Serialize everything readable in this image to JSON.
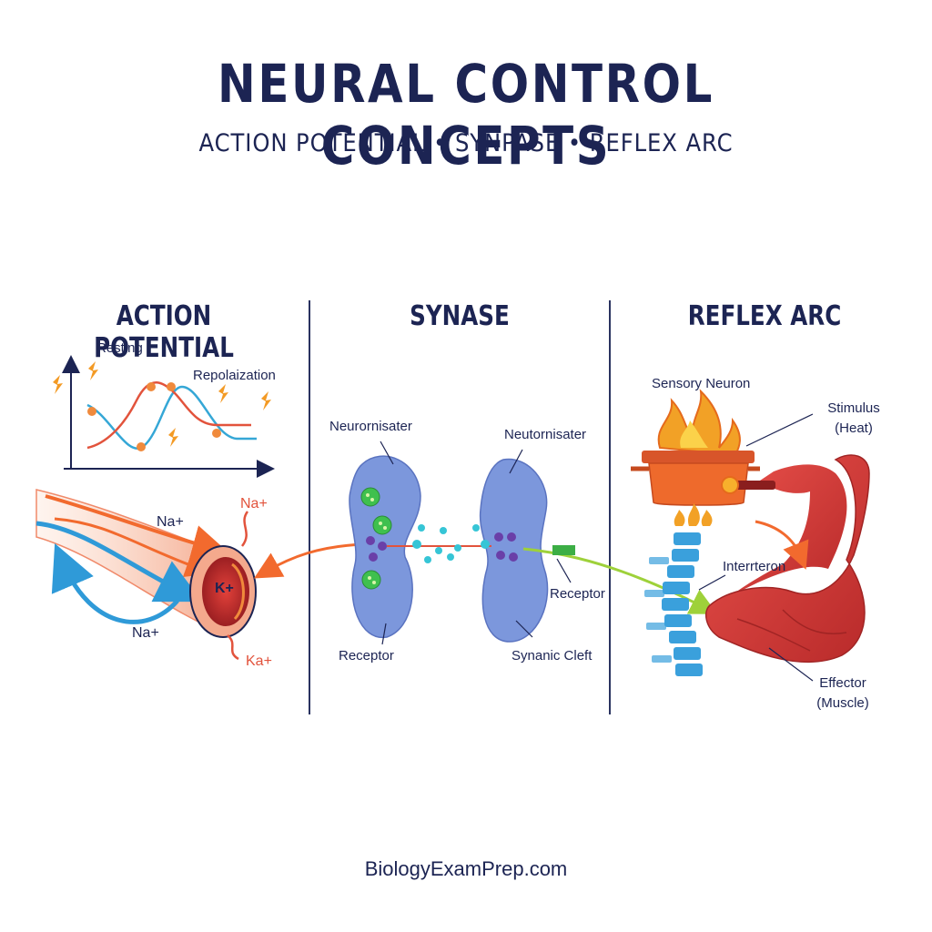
{
  "header": {
    "title": "NEURAL CONTROL CONCEPTS",
    "subtitle": "ACTION POTENTIAL  • SYNPASE • REFLEX ARC"
  },
  "sections": {
    "action_potential": {
      "heading": "ACTION POTENTIAL",
      "labels": {
        "resting": "Resting",
        "repolarization": "Repolaization"
      },
      "ions": {
        "na_top": "Na+",
        "na_right": "Na+",
        "k_center": "K+",
        "na_bottom": "Na+",
        "ka_bottom": "Ka+"
      }
    },
    "synapse": {
      "heading": "SYNASE",
      "labels": {
        "neurotransmitter_left": "Neurornisater",
        "neurotransmitter_right": "Neutornisater",
        "receptor_left": "Receptor",
        "receptor_right": "Receptor",
        "cleft": "Synanic Cleft"
      }
    },
    "reflex_arc": {
      "heading": "REFLEX ARC",
      "labels": {
        "sensory": "Sensory Neuron",
        "stimulus_line1": "Stimulus",
        "stimulus_line2": "(Heat)",
        "interneuron": "Interrteron",
        "effector_line1": "Effector",
        "effector_line2": "(Muscle)"
      }
    }
  },
  "footer": {
    "site": "BiologyExamPrep.com"
  },
  "colors": {
    "navy": "#1c2453",
    "orange": "#f26a2e",
    "blue": "#2f9ad8",
    "synapse_blue": "#7c97dc",
    "muscle_red": "#d63a35",
    "pot": "#ee6a2c",
    "spine": "#3aa0dc",
    "green": "#9ed13a"
  }
}
